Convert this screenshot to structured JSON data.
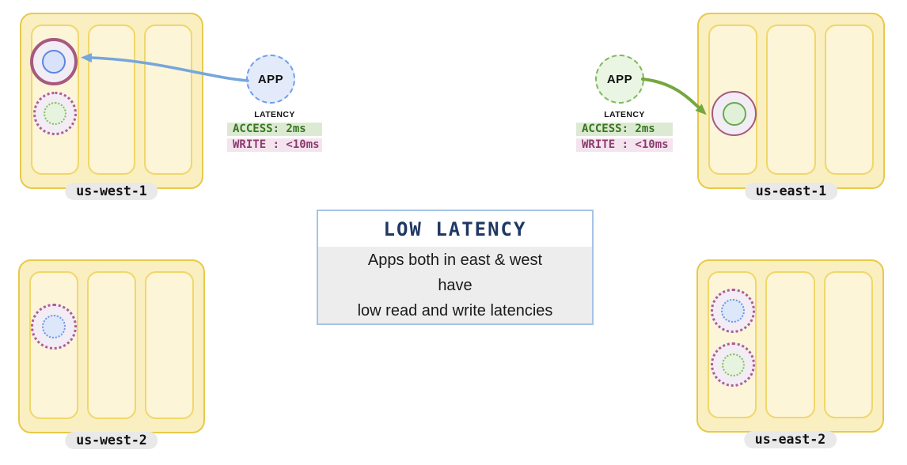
{
  "colors": {
    "region_fill": "#FAEFC1",
    "region_border": "#E8C94B",
    "column_fill": "#FCF5D8",
    "column_border": "#F0D76A",
    "label_pill_bg": "#E9E9E9",
    "replica_ring": "#A6597E",
    "replica_fill": "#F2ECF5",
    "blue_ring": "#5C86E0",
    "blue_fill": "#D8E3F9",
    "green_ring": "#69A84F",
    "green_fill": "#E1F1D9",
    "dotted_ring": "#AE5E8F",
    "dotted_blue": "#6D96E8",
    "dotted_blue_fill": "#DCE7FA",
    "dotted_green": "#85BD64",
    "dotted_green_fill": "#E6F3DE",
    "app_blue_border": "#6D9EEB",
    "app_blue_fill": "#E3EBFB",
    "app_green_border": "#7EB860",
    "app_green_fill": "#EAF5E3",
    "arrow_blue": "#76A6DB",
    "arrow_green": "#74A73E",
    "access_bg": "#DCEAD4",
    "access_text": "#38761D",
    "write_bg": "#F3E4EE",
    "write_text": "#8E3B6E",
    "title_navy": "#1F3864",
    "info_border": "#A5C4E4",
    "info_body_bg": "#EDEDED"
  },
  "regions": {
    "us_west_1": {
      "label": "us-west-1"
    },
    "us_east_1": {
      "label": "us-east-1"
    },
    "us_west_2": {
      "label": "us-west-2"
    },
    "us_east_2": {
      "label": "us-east-2"
    }
  },
  "apps": {
    "west": {
      "label": "APP",
      "latency": {
        "title": "LATENCY",
        "access": "ACCESS: 2ms",
        "write": "WRITE : <10ms"
      }
    },
    "east": {
      "label": "APP",
      "latency": {
        "title": "LATENCY",
        "access": "ACCESS: 2ms",
        "write": "WRITE : <10ms"
      }
    }
  },
  "info_box": {
    "title": "LOW LATENCY",
    "lines": [
      "Apps both in east & west",
      "have",
      "low read and write latencies"
    ]
  }
}
